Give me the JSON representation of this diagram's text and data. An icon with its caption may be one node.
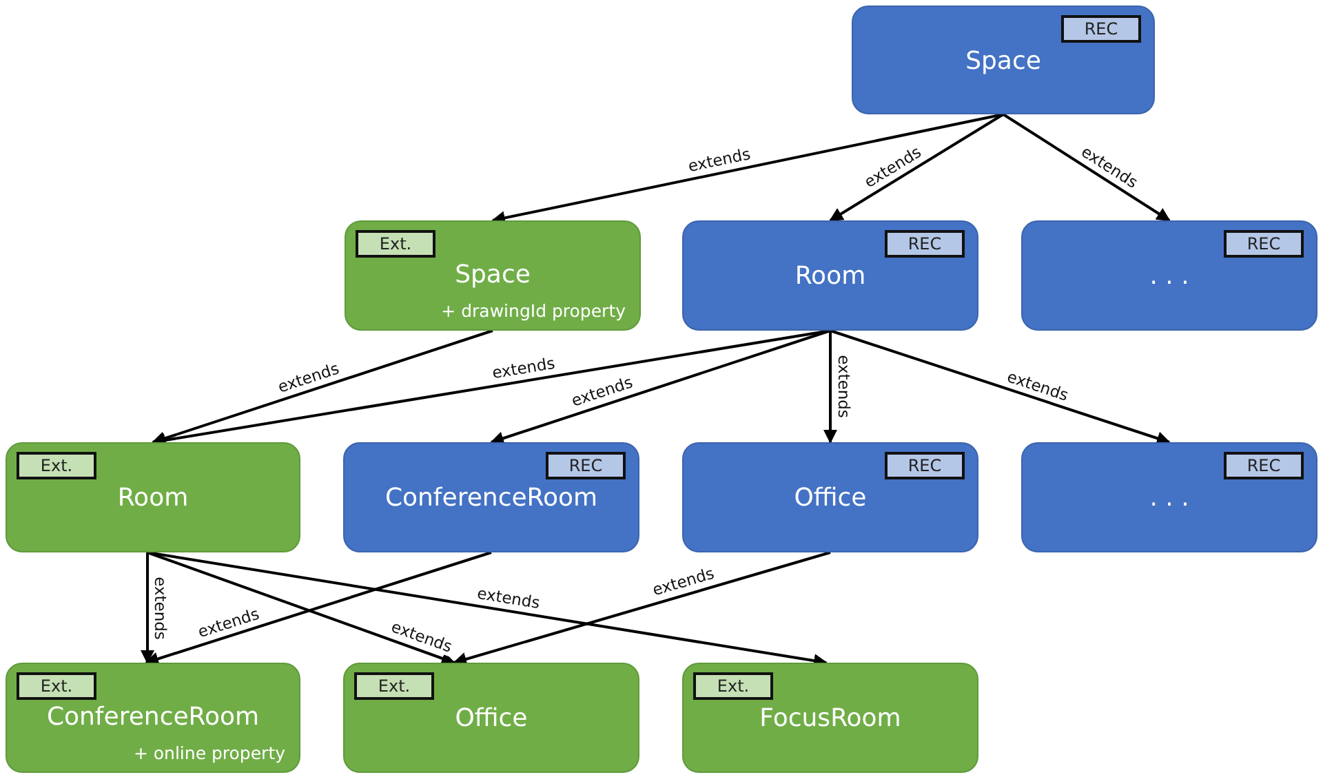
{
  "diagram": {
    "nodes": [
      {
        "text": [
          "Space"
        ]
      },
      {
        "text": [
          "REC"
        ],
        "in": 0
      },
      {
        "text": [
          "Space",
          "+ drawingId property"
        ]
      },
      {
        "text": [
          "Ext."
        ],
        "in": 2
      },
      {
        "text": [
          "Room"
        ]
      },
      {
        "text": [
          "REC"
        ],
        "in": 4
      },
      {
        "text": [
          ". . ."
        ]
      },
      {
        "text": [
          "REC"
        ],
        "in": 6
      },
      {
        "text": [
          "Room"
        ]
      },
      {
        "text": [
          "Ext."
        ],
        "in": 8
      },
      {
        "text": [
          "ConferenceRoom"
        ]
      },
      {
        "text": [
          "REC"
        ],
        "in": 10
      },
      {
        "text": [
          "Office"
        ]
      },
      {
        "text": [
          "REC"
        ],
        "in": 12
      },
      {
        "text": [
          ". . ."
        ]
      },
      {
        "text": [
          "REC"
        ],
        "in": 14
      },
      {
        "text": [
          "ConferenceRoom",
          "+ online property"
        ]
      },
      {
        "text": [
          "Ext."
        ],
        "in": 16
      },
      {
        "text": [
          "Office"
        ]
      },
      {
        "text": [
          "Ext."
        ],
        "in": 18
      },
      {
        "text": [
          "FocusRoom"
        ]
      },
      {
        "text": [
          "Ext."
        ],
        "in": 20
      }
    ],
    "edges": [
      {
        "from": 0,
        "to": 2,
        "arrow": "to",
        "label": "extends"
      },
      {
        "from": 0,
        "to": 4,
        "arrow": "to",
        "label": "extends"
      },
      {
        "from": 0,
        "to": 6,
        "arrow": "to",
        "label": "extends"
      },
      {
        "from": 2,
        "to": 8,
        "arrow": "to",
        "label": "extends"
      },
      {
        "from": 4,
        "to": 8,
        "arrow": "to",
        "label": "extends"
      },
      {
        "from": 4,
        "to": 10,
        "arrow": "to",
        "label": "extends"
      },
      {
        "from": 4,
        "to": 12,
        "arrow": "to",
        "label": "extends"
      },
      {
        "from": 4,
        "to": 14,
        "arrow": "to",
        "label": "extends"
      },
      {
        "from": 8,
        "to": 16,
        "arrow": "to",
        "label": "extends"
      },
      {
        "from": 10,
        "to": 16,
        "arrow": "to",
        "label": "extends"
      },
      {
        "from": 8,
        "to": 18,
        "arrow": "to",
        "label": "extends"
      },
      {
        "from": 12,
        "to": 18,
        "arrow": "to",
        "label": "extends"
      },
      {
        "from": 8,
        "to": 20,
        "arrow": "to",
        "label": "extends"
      }
    ]
  }
}
